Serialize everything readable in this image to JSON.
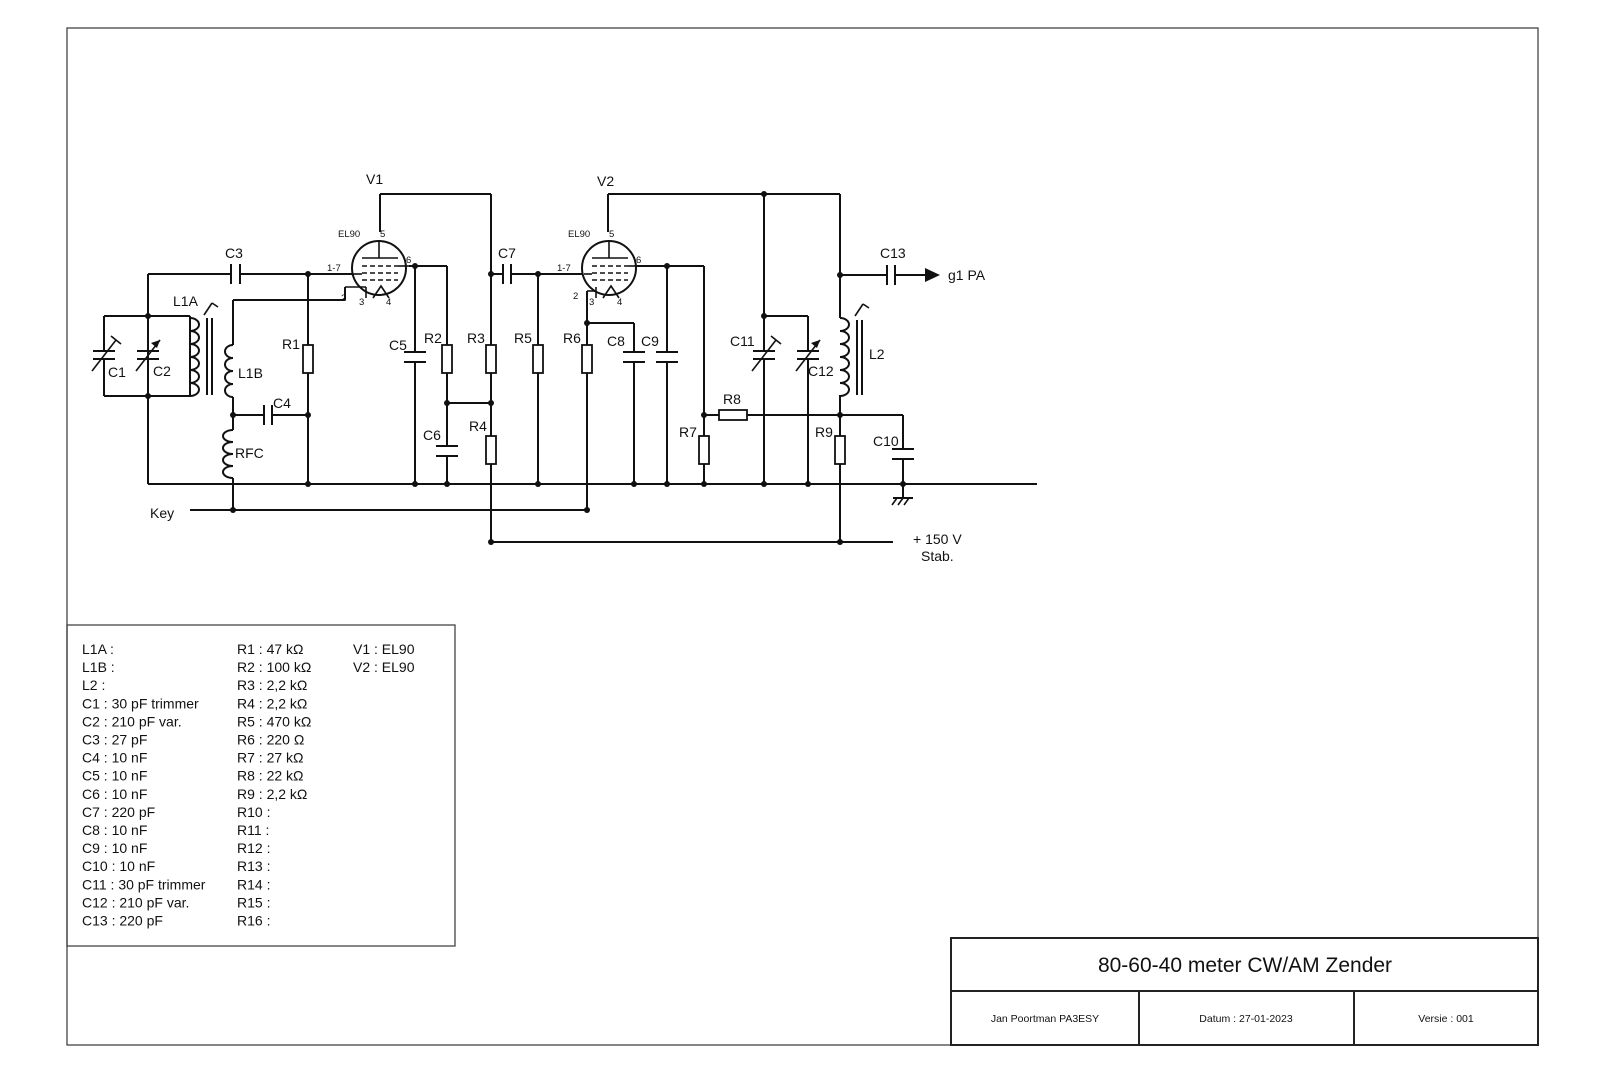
{
  "schematic": {
    "labels": {
      "V1": "V1",
      "V2": "V2",
      "V1_type": "EL90",
      "V2_type": "EL90",
      "pin5": "5",
      "pin6": "6",
      "pin17": "1-7",
      "pin2": "2",
      "pin3": "3",
      "pin4": "4",
      "C1": "C1",
      "C2": "C2",
      "C3": "C3",
      "C4": "C4",
      "C5": "C5",
      "C6": "C6",
      "C7": "C7",
      "C8": "C8",
      "C9": "C9",
      "C10": "C10",
      "C11": "C11",
      "C12": "C12",
      "C13": "C13",
      "R1": "R1",
      "R2": "R2",
      "R3": "R3",
      "R4": "R4",
      "R5": "R5",
      "R6": "R6",
      "R7": "R7",
      "R8": "R8",
      "R9": "R9",
      "L1A": "L1A",
      "L1B": "L1B",
      "L2": "L2",
      "RFC": "RFC",
      "key": "Key",
      "output": "g1 PA",
      "supply": "+ 150 V",
      "supply_note": "Stab."
    }
  },
  "parts_list": {
    "col1": [
      "L1A :",
      "L1B :",
      "L2 :",
      "C1 : 30 pF trimmer",
      "C2 : 210 pF var.",
      "C3 : 27 pF",
      "C4 : 10 nF",
      "C5 : 10 nF",
      "C6 : 10 nF",
      "C7 : 220 pF",
      "C8 : 10 nF",
      "C9 : 10 nF",
      "C10 : 10 nF",
      "C11 : 30 pF trimmer",
      "C12 : 210 pF var.",
      "C13 : 220 pF"
    ],
    "col2": [
      "R1 : 47 kΩ",
      "R2 : 100 kΩ",
      "R3 : 2,2 kΩ",
      "R4 : 2,2 kΩ",
      "R5 : 470 kΩ",
      "R6 : 220 Ω",
      "R7 : 27 kΩ",
      "R8 : 22 kΩ",
      "R9 : 2,2 kΩ",
      "R10 :",
      "R11 :",
      "R12 :",
      "R13 :",
      "R14 :",
      "R15 :",
      "R16 :"
    ],
    "col3": [
      "V1 : EL90",
      "V2 : EL90"
    ]
  },
  "title_block": {
    "title": "80-60-40 meter CW/AM Zender",
    "author": "Jan Poortman  PA3ESY",
    "date": "Datum : 27-01-2023",
    "version": "Versie : 001"
  }
}
